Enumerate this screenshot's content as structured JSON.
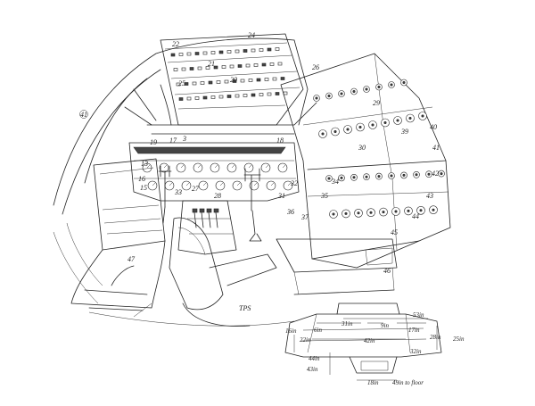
{
  "callouts": [
    {
      "id": "c1",
      "text": "41"
    },
    {
      "id": "c2",
      "text": "22"
    },
    {
      "id": "c3",
      "text": "21"
    },
    {
      "id": "c4",
      "text": "20"
    },
    {
      "id": "c5",
      "text": "19"
    },
    {
      "id": "c6",
      "text": "17"
    },
    {
      "id": "c7",
      "text": "18"
    },
    {
      "id": "c8",
      "text": "3"
    },
    {
      "id": "c9",
      "text": "13"
    },
    {
      "id": "c10",
      "text": "16"
    },
    {
      "id": "c11",
      "text": "15"
    },
    {
      "id": "c12",
      "text": "47"
    },
    {
      "id": "c13",
      "text": "39"
    },
    {
      "id": "c14",
      "text": "40"
    },
    {
      "id": "c15",
      "text": "41"
    },
    {
      "id": "c16",
      "text": "42"
    },
    {
      "id": "c17",
      "text": "43"
    },
    {
      "id": "c18",
      "text": "44"
    },
    {
      "id": "c19",
      "text": "45"
    },
    {
      "id": "c20",
      "text": "46"
    },
    {
      "id": "c21",
      "text": "26"
    },
    {
      "id": "c22",
      "text": "25"
    },
    {
      "id": "c23",
      "text": "24"
    },
    {
      "id": "c24",
      "text": "29"
    },
    {
      "id": "c25",
      "text": "30"
    },
    {
      "id": "c26",
      "text": "34"
    },
    {
      "id": "c27",
      "text": "35"
    },
    {
      "id": "c28",
      "text": "37"
    },
    {
      "id": "c29",
      "text": "36"
    },
    {
      "id": "c30",
      "text": "33"
    },
    {
      "id": "c31",
      "text": "28"
    },
    {
      "id": "c32",
      "text": "27"
    },
    {
      "id": "c33",
      "text": "31"
    },
    {
      "id": "c34",
      "text": "32"
    }
  ],
  "dimensions": [
    {
      "id": "d1",
      "text": "53in"
    },
    {
      "id": "d2",
      "text": "31in"
    },
    {
      "id": "d3",
      "text": "9in"
    },
    {
      "id": "d4",
      "text": "17in"
    },
    {
      "id": "d5",
      "text": "6in"
    },
    {
      "id": "d6",
      "text": "16in"
    },
    {
      "id": "d7",
      "text": "22in"
    },
    {
      "id": "d8",
      "text": "42in"
    },
    {
      "id": "d9",
      "text": "28in"
    },
    {
      "id": "d10",
      "text": "25in"
    },
    {
      "id": "d11",
      "text": "32in"
    },
    {
      "id": "d12",
      "text": "44in"
    },
    {
      "id": "d13",
      "text": "43in"
    },
    {
      "id": "d14",
      "text": "18in"
    },
    {
      "id": "d15",
      "text": "49in to floor"
    }
  ],
  "signature": "TPS"
}
